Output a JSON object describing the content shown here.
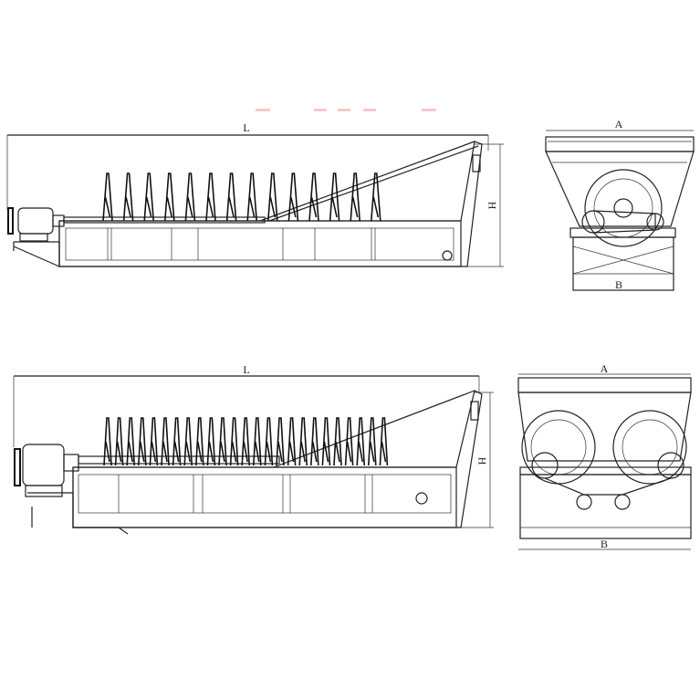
{
  "top_side_view": {
    "length_label": "L",
    "height_label": "H"
  },
  "top_end_view": {
    "width_top_label": "A",
    "width_base_label": "B"
  },
  "bottom_side_view": {
    "length_label": "L",
    "height_label": "H"
  },
  "bottom_end_view": {
    "width_top_label": "A",
    "width_base_label": "B"
  }
}
